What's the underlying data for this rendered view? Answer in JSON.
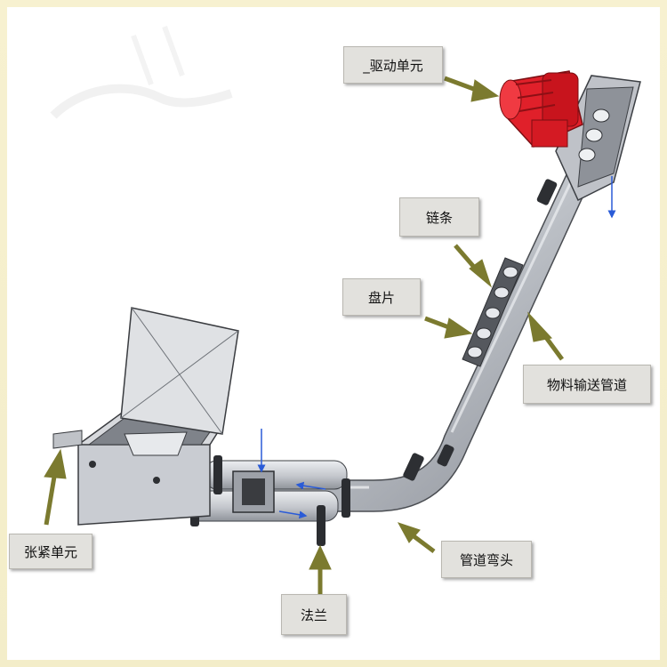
{
  "labels": {
    "drive_unit": "_驱动单元",
    "chain": "链条",
    "disc": "盘片",
    "material_pipe": "物料输送管道",
    "tension_unit": "张紧单元",
    "pipe_elbow": "管道弯头",
    "flange": "法兰"
  },
  "colors": {
    "arrow": "#7b7a2f",
    "motor": "#e0202a",
    "pipe": "#c9ccd2",
    "flow_arrow": "#2a5bd7",
    "frame": "#f5efcc"
  }
}
